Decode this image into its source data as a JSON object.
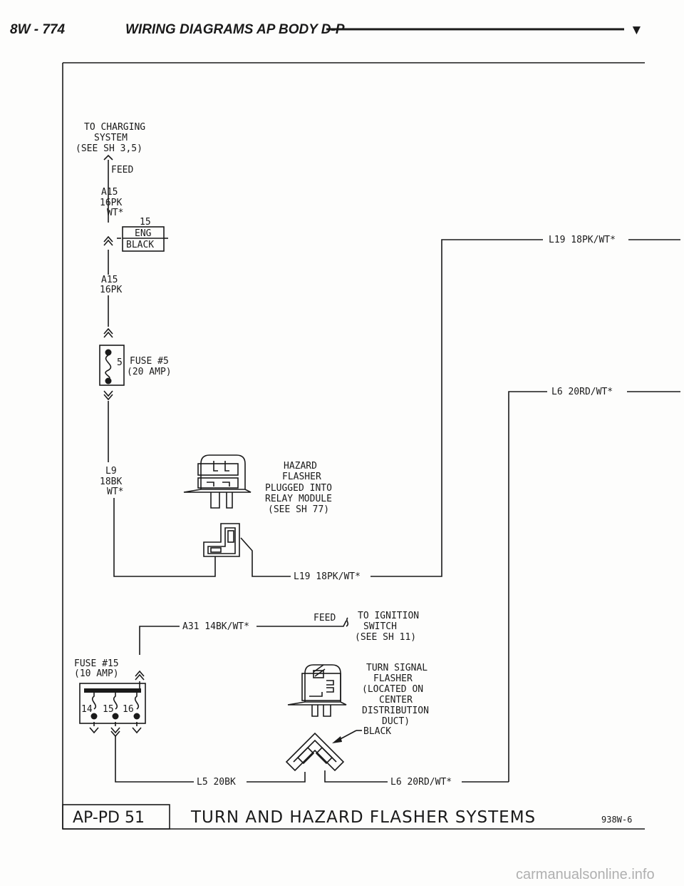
{
  "header": {
    "page_code": "8W - 774",
    "title": "WIRING DIAGRAMS AP BODY D-P",
    "marker": "▼"
  },
  "charging": {
    "line1": "TO CHARGING",
    "line2": "SYSTEM",
    "line3": "(SEE SH 3,5)",
    "feed": "FEED"
  },
  "wire_a15_top": {
    "circuit": "A15",
    "gauge_color": "16PK",
    "tracer": "WT*"
  },
  "connector_eng": {
    "pin": "15",
    "line1": "ENG",
    "line2": "BLACK"
  },
  "wire_a15_mid": {
    "circuit": "A15",
    "gauge_color": "16PK"
  },
  "fuse5": {
    "cavity": "5",
    "name": "FUSE #5",
    "rating": "(20 AMP)"
  },
  "wire_l9": {
    "circuit": "L9",
    "gauge_color": "18BK",
    "tracer": "WT*"
  },
  "hazard_flasher": {
    "line1": "HAZARD",
    "line2": "FLASHER",
    "line3": "PLUGGED INTO",
    "line4": "RELAY MODULE",
    "line5": "(SEE SH 77)"
  },
  "wire_l19_top": "L19 18PK/WT*",
  "wire_l19_bottom": "L19 18PK/WT*",
  "wire_l6_top": "L6 20RD/WT*",
  "wire_a31": "A31 14BK/WT*",
  "ignition": {
    "feed": "FEED",
    "line1": "TO IGNITION",
    "line2": "SWITCH",
    "line3": "(SEE SH 11)"
  },
  "fuse15": {
    "name": "FUSE #15",
    "rating": "(10 AMP)",
    "cav1": "14",
    "cav2": "15",
    "cav3": "16"
  },
  "turn_flasher": {
    "line1": "TURN SIGNAL",
    "line2": "FLASHER",
    "line3": "(LOCATED ON",
    "line4": "CENTER",
    "line5": "DISTRIBUTION",
    "line6": "DUCT)",
    "connector_color": "BLACK"
  },
  "wire_l5": "L5 20BK",
  "wire_l6_bottom": "L6 20RD/WT*",
  "footer": {
    "box_label": "AP-PD 51",
    "title": "TURN AND HAZARD FLASHER SYSTEMS",
    "code": "938W-6"
  },
  "watermark": "carmanualsonline.info"
}
